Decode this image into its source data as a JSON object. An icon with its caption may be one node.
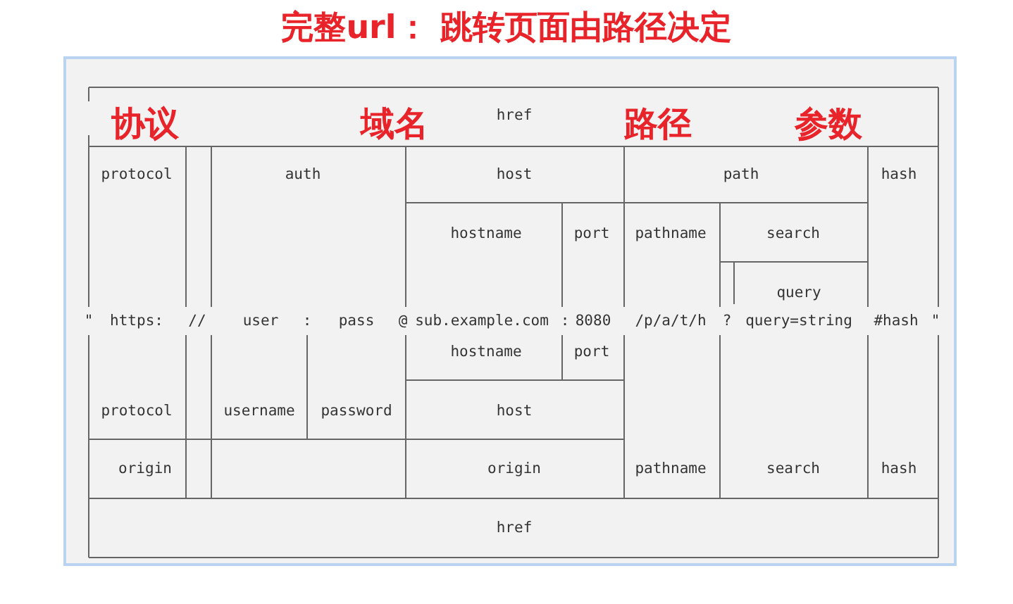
{
  "diagram": {
    "title": "完整url： 跳转页面由路径决定",
    "labels": [
      "协议",
      "域名",
      "href",
      "路径",
      "参数",
      "protocol",
      "auth",
      "host",
      "path",
      "hash",
      "hostname",
      "port",
      "pathname",
      "search",
      "query",
      "\"",
      "https:",
      "//",
      "user",
      ":",
      "pass",
      "@",
      "sub.example.com",
      ":",
      "8080",
      "/p/a/t/h",
      "?",
      "query=string",
      "#hash",
      "\"",
      "hostname",
      "port",
      "protocol",
      "username",
      "password",
      "host",
      "origin",
      "origin",
      "pathname",
      "search",
      "hash",
      "href"
    ]
  }
}
